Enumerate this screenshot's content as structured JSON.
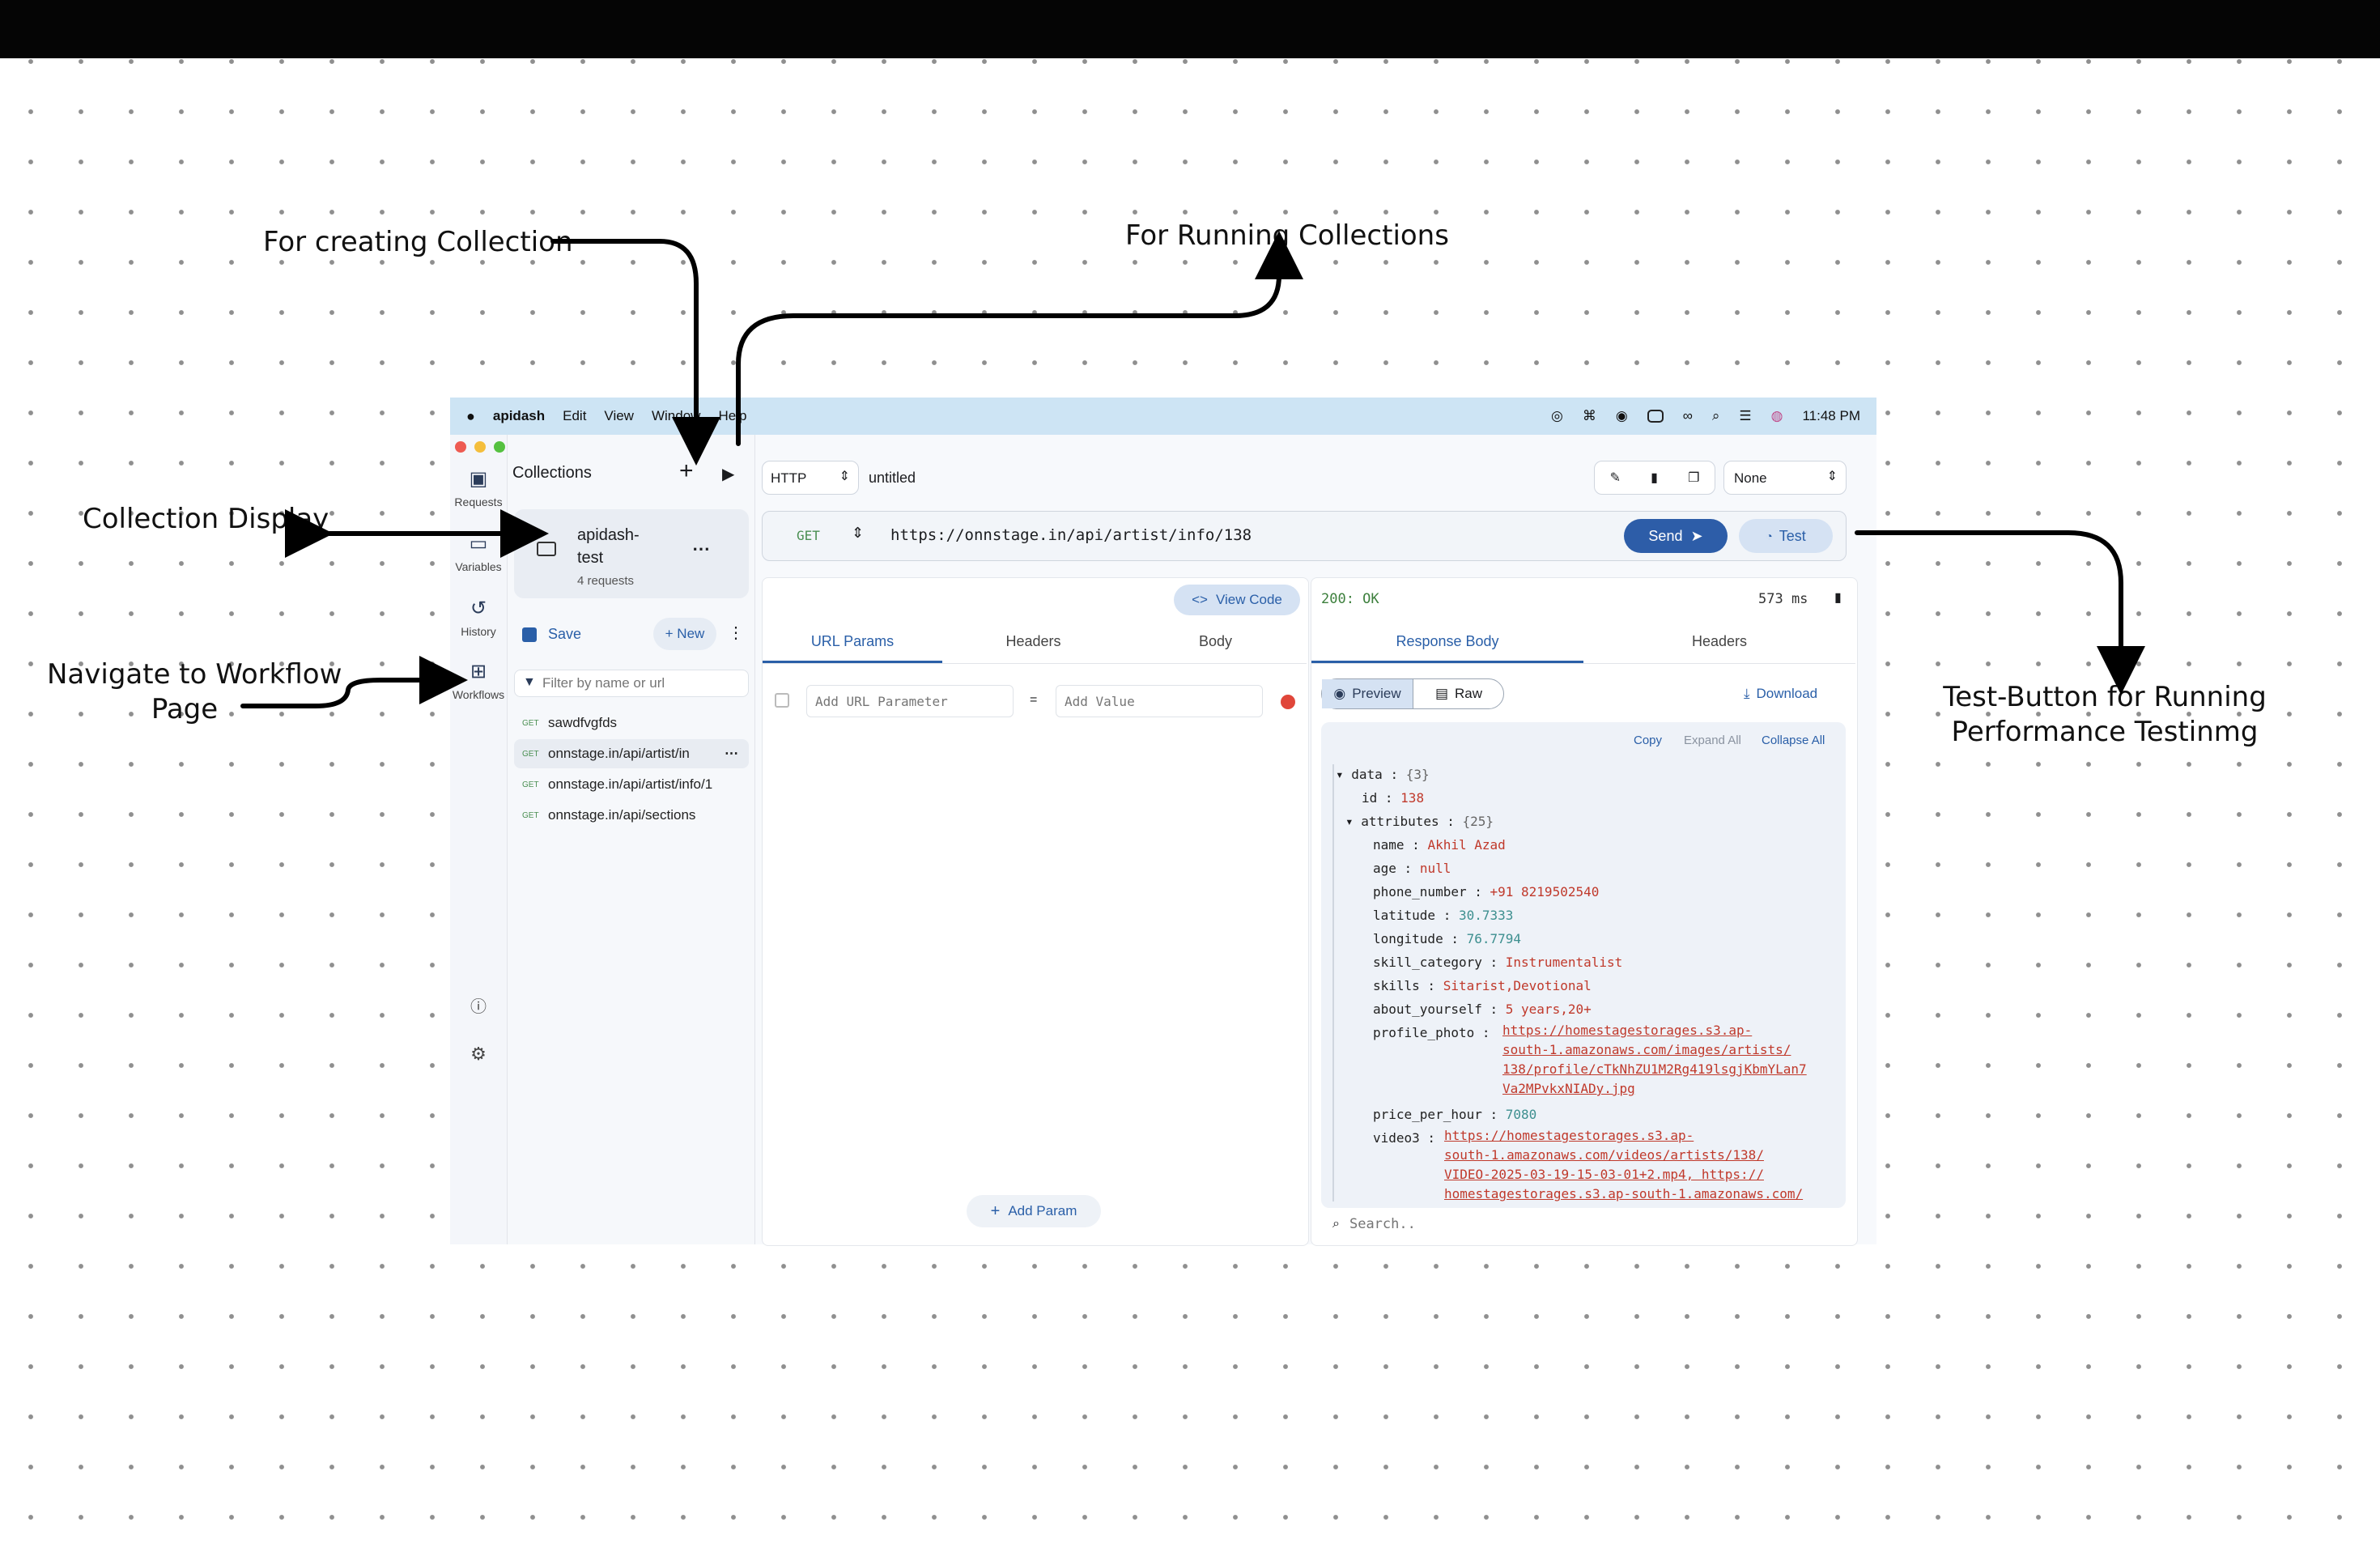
{
  "annotations": {
    "creating_collection": "For creating Collection",
    "running_collections": "For Running Collections",
    "collection_display": "Collection Display",
    "workflow_line1": "Navigate to Workflow",
    "workflow_line2": "Page",
    "test_line1": "Test-Button for Running",
    "test_line2": "Performance Testinmg"
  },
  "menubar": {
    "app": "apidash",
    "items": [
      "Edit",
      "View",
      "Window",
      "Help"
    ],
    "time": "11:48 PM"
  },
  "nav": {
    "requests": "Requests",
    "variables": "Variables",
    "history": "History",
    "workflows": "Workflows"
  },
  "sidebar": {
    "title": "Collections",
    "collection": {
      "name_line1": "apidash-",
      "name_line2": "test",
      "count": "4 requests"
    },
    "save_label": "Save",
    "new_label": "+ New",
    "filter_placeholder": "Filter by name or url",
    "requests": [
      {
        "method": "GET",
        "name": "sawdfvgfds"
      },
      {
        "method": "GET",
        "name": "onnstage.in/api/artist/in"
      },
      {
        "method": "GET",
        "name": "onnstage.in/api/artist/info/1"
      },
      {
        "method": "GET",
        "name": "onnstage.in/api/sections"
      }
    ]
  },
  "request": {
    "protocol": "HTTP",
    "name": "untitled",
    "env": "None",
    "method": "GET",
    "url": "https://onnstage.in/api/artist/info/138",
    "send_label": "Send",
    "test_label": "Test",
    "view_code_label": "View Code",
    "tabs": [
      "URL Params",
      "Headers",
      "Body"
    ],
    "param_placeholder": "Add URL Parameter",
    "equals": "=",
    "value_placeholder": "Add Value",
    "add_param_label": "Add Param"
  },
  "response": {
    "status": "200: OK",
    "time": "573 ms",
    "tabs": [
      "Response Body",
      "Headers"
    ],
    "preview_label": "Preview",
    "raw_label": "Raw",
    "download_label": "Download",
    "copy_label": "Copy",
    "expand_label": "Expand All",
    "collapse_label": "Collapse All",
    "search_placeholder": "Search..",
    "tree": {
      "data_key": "data",
      "data_count": "{3}",
      "id_key": "id",
      "id_val": "138",
      "attributes_key": "attributes",
      "attributes_count": "{25}",
      "name_key": "name",
      "name_val": "Akhil Azad",
      "age_key": "age",
      "age_val": "null",
      "phone_key": "phone_number",
      "phone_val": "+91 8219502540",
      "lat_key": "latitude",
      "lat_val": "30.7333",
      "lon_key": "longitude",
      "lon_val": "76.7794",
      "skill_cat_key": "skill_category",
      "skill_cat_val": "Instrumentalist",
      "skills_key": "skills",
      "skills_val": "Sitarist,Devotional",
      "about_key": "about_yourself",
      "about_val": "5 years,20+",
      "photo_key": "profile_photo",
      "photo_lines": [
        "https://homestagestorages.s3.ap-",
        "south-1.amazonaws.com/images/artists/",
        "138/profile/cTkNhZU1M2Rg419lsgjKbmYLan7",
        "Va2MPvkxNIADy.jpg"
      ],
      "price_key": "price_per_hour",
      "price_val": "7080",
      "video_key": "video3",
      "video_lines": [
        "https://homestagestorages.s3.ap-",
        "south-1.amazonaws.com/videos/artists/138/",
        "VIDEO-2025-03-19-15-03-01+2.mp4, https://",
        "homestagestorages.s3.ap-south-1.amazonaws.com/"
      ]
    }
  }
}
